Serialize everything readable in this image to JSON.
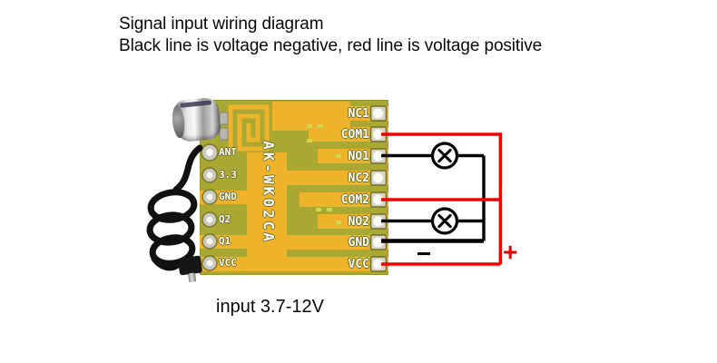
{
  "header": {
    "line1": "Signal input wiring diagram",
    "line2": "Black line is voltage negative, red line is voltage positive"
  },
  "caption": "input 3.7-12V",
  "pcb": {
    "model": "AK-WK02CA",
    "left_pins": [
      "ANT",
      "3.3",
      "GND",
      "Q2",
      "Q1",
      "VCC"
    ],
    "right_pins": [
      "NC1",
      "COM1",
      "NO1",
      "NC2",
      "COM2",
      "NO2",
      "GND",
      "VCC"
    ]
  },
  "wiring": {
    "positive_label": "+",
    "negative_label": "−",
    "red_wire_hex": "#f10000",
    "black_wire_hex": "#000000",
    "red_wire_pins": [
      "COM1",
      "COM2",
      "VCC"
    ],
    "black_wire_pins": [
      "NO1",
      "NO2",
      "GND"
    ],
    "load_icons": [
      "lamp-circle-x",
      "lamp-circle-x"
    ]
  },
  "colors": {
    "background": "#ffffff",
    "pcb_base": "#a9a833",
    "pcb_trace": "#eeb32b"
  }
}
